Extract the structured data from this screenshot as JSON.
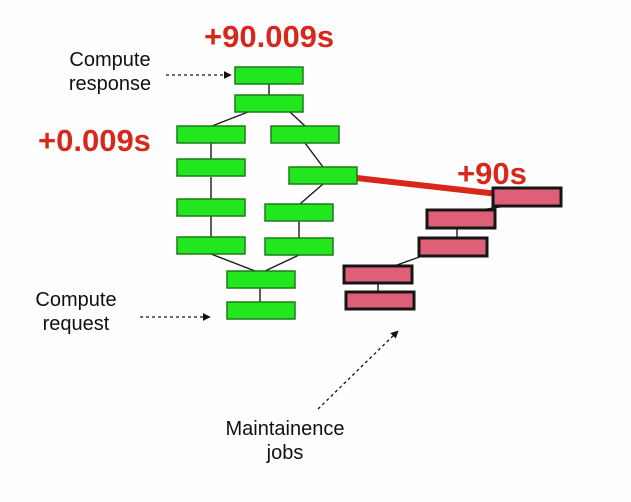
{
  "colors": {
    "compute_fill": "#22e61e",
    "compute_stroke": "#1f7a1b",
    "maint_fill": "#df5f79",
    "maint_stroke": "#151515",
    "edge": "#1a1a1a",
    "highlight": "#d8281c"
  },
  "labels": {
    "compute_response_line1": "Compute",
    "compute_response_line2": "response",
    "compute_request_line1": "Compute",
    "compute_request_line2": "request",
    "maintenance_line1": "Maintainence",
    "maintenance_line2": "jobs"
  },
  "timings": {
    "top": "+90.009s",
    "left": "+0.009s",
    "right": "+90s"
  }
}
